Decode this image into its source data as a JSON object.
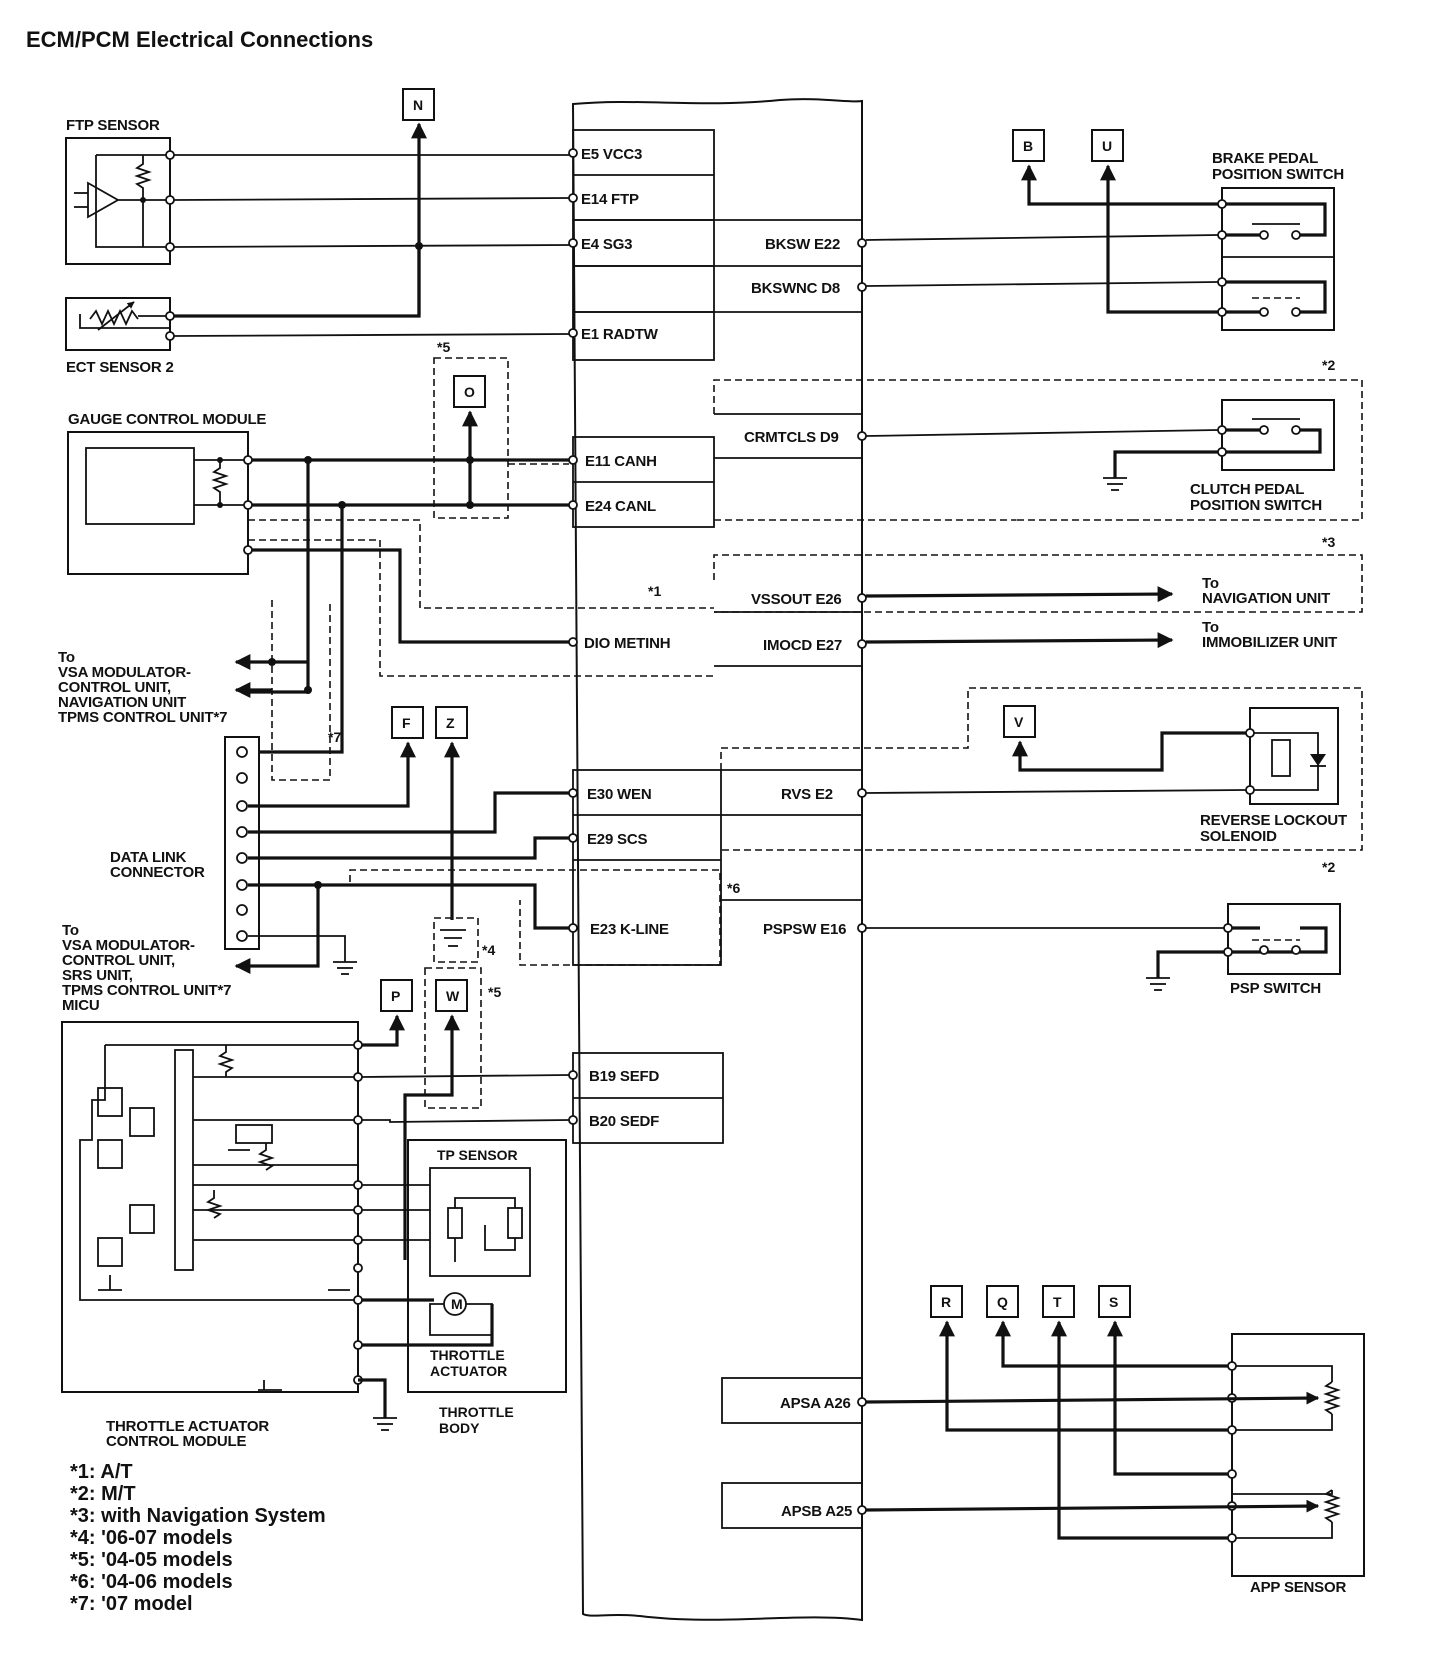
{
  "title": "ECM/PCM Electrical Connections",
  "components": {
    "ftp_sensor": "FTP SENSOR",
    "ect_sensor": "ECT SENSOR 2",
    "gauge_module": "GAUGE CONTROL MODULE",
    "to1_a": "To",
    "to1_b": "VSA MODULATOR-",
    "to1_c": "CONTROL UNIT,",
    "to1_d": "NAVIGATION UNIT",
    "to1_e": "TPMS CONTROL UNIT*7",
    "dlc_a": "DATA LINK",
    "dlc_b": "CONNECTOR",
    "to2_a": "To",
    "to2_b": "VSA MODULATOR-",
    "to2_c": "CONTROL UNIT,",
    "to2_d": "SRS UNIT,",
    "to2_e": "TPMS CONTROL UNIT*7",
    "to2_f": "MICU",
    "tacm_a": "THROTTLE ACTUATOR",
    "tacm_b": "CONTROL MODULE",
    "tp_sensor": "TP SENSOR",
    "tact_a": "THROTTLE",
    "tact_b": "ACTUATOR",
    "tbody_a": "THROTTLE",
    "tbody_b": "BODY",
    "brake_a": "BRAKE PEDAL",
    "brake_b": "POSITION SWITCH",
    "clutch_a": "CLUTCH PEDAL",
    "clutch_b": "POSITION SWITCH",
    "nav_a": "To",
    "nav_b": "NAVIGATION UNIT",
    "immo_a": "To",
    "immo_b": "IMMOBILIZER UNIT",
    "rls_a": "REVERSE LOCKOUT",
    "rls_b": "SOLENOID",
    "psp": "PSP SWITCH",
    "app": "APP SENSOR"
  },
  "terminals_left": {
    "e5": "E5 VCC3",
    "e14": "E14 FTP",
    "e4": "E4 SG3",
    "e1": "E1 RADTW",
    "e11": "E11 CANH",
    "e24": "E24 CANL",
    "dio": "DIO METINH",
    "e30": "E30 WEN",
    "e29": "E29 SCS",
    "e23": "E23 K-LINE",
    "b19": "B19 SEFD",
    "b20": "B20 SEDF"
  },
  "terminals_right": {
    "e22": "BKSW E22",
    "d8": "BKSWNC D8",
    "d9": "CRMTCLS D9",
    "e26": "VSSOUT E26",
    "e27": "IMOCD E27",
    "e2": "RVS E2",
    "e16": "PSPSW E16",
    "a26": "APSA A26",
    "a25": "APSB A25"
  },
  "connector_refs": {
    "n": "N",
    "o": "O",
    "b": "B",
    "u": "U",
    "v": "V",
    "f": "F",
    "z": "Z",
    "p": "P",
    "w": "W",
    "r": "R",
    "q": "Q",
    "t": "T",
    "s": "S"
  },
  "markers": {
    "m5a": "*5",
    "m2a": "*2",
    "m3": "*3",
    "m1": "*1",
    "m7": "*7",
    "m2b": "*2",
    "m6": "*6",
    "m4": "*4",
    "m5b": "*5",
    "motor": "M"
  },
  "footnotes": [
    "*1: A/T",
    "*2: M/T",
    "*3: with Navigation System",
    "*4: '06-07 models",
    "*5: '04-05 models",
    "*6: '04-06 models",
    "*7: '07 model"
  ]
}
